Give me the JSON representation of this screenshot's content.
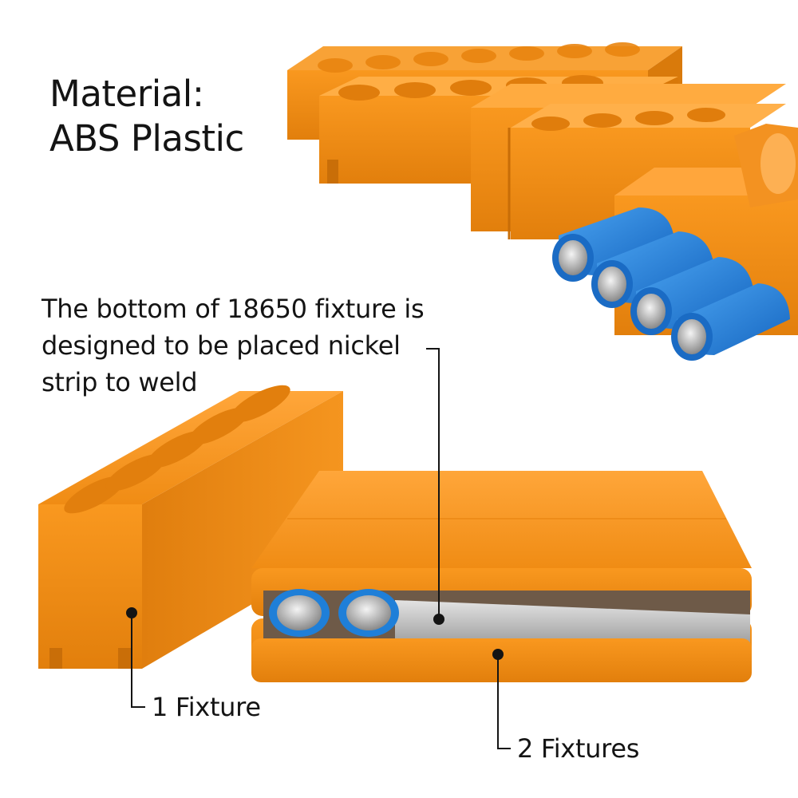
{
  "headline": {
    "line1": "Material:",
    "line2": "ABS Plastic"
  },
  "note": {
    "line1": "The bottom of 18650 fixture is",
    "line2": "designed to be placed nickel",
    "line3": "strip to weld"
  },
  "callouts": {
    "single": "1 Fixture",
    "double": "2 Fixtures"
  },
  "colors": {
    "fixture_orange": "#f5921a",
    "fixture_shadow": "#d2740a",
    "cell_blue": "#1f7fd8",
    "nickel_strip": "#c9c9c9",
    "text": "#141414"
  },
  "icons": [
    "battery-cell-icon",
    "callout-dot-icon",
    "callout-leader-line"
  ]
}
